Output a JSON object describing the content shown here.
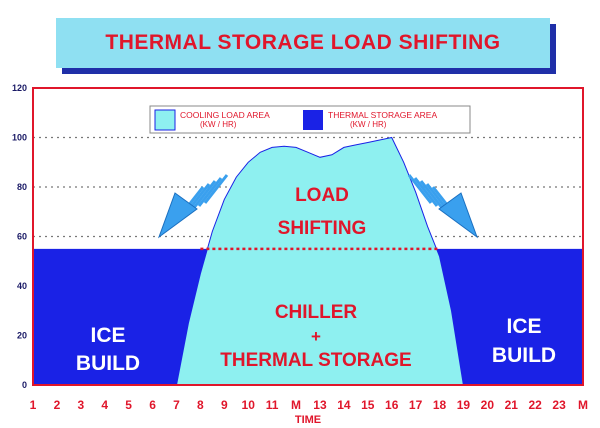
{
  "title": "THERMAL STORAGE LOAD SHIFTING",
  "legend": {
    "cooling_label": "COOLING LOAD AREA",
    "cooling_unit": "(KW / HR)",
    "storage_label": "THERMAL STORAGE AREA",
    "storage_unit": "(KW / HR)"
  },
  "annotations": {
    "load_shifting_line1": "LOAD",
    "load_shifting_line2": "SHIFTING",
    "chiller_line1": "CHILLER",
    "chiller_line2": "+",
    "chiller_line3": "THERMAL STORAGE",
    "ice_build_left_1": "ICE",
    "ice_build_left_2": "BUILD",
    "ice_build_right_1": "ICE",
    "ice_build_right_2": "BUILD"
  },
  "colors": {
    "cooling": "#8ef0f0",
    "storage": "#1a22e6",
    "accent_red": "#e0162b",
    "frame": "#e0162b"
  },
  "chart_data": {
    "type": "area",
    "title": "THERMAL STORAGE LOAD SHIFTING",
    "xlabel": "TIME",
    "ylabel": "",
    "x_tick_labels": [
      "1",
      "2",
      "3",
      "4",
      "5",
      "6",
      "7",
      "8",
      "9",
      "10",
      "11",
      "M",
      "13",
      "14",
      "15",
      "16",
      "17",
      "18",
      "19",
      "20",
      "21",
      "22",
      "23",
      "M"
    ],
    "y_ticks": [
      0,
      20,
      40,
      60,
      80,
      100,
      120
    ],
    "ylim": [
      0,
      120
    ],
    "grid": "horizontal dotted",
    "legend_position": "top-center",
    "series": [
      {
        "name": "COOLING LOAD AREA",
        "x": [
          7,
          7.5,
          8,
          8.5,
          9,
          9.5,
          10,
          10.5,
          11,
          11.5,
          12,
          12.5,
          13,
          13.5,
          14,
          14.5,
          15,
          15.5,
          16,
          16.5,
          17,
          17.5,
          18,
          18.5,
          19
        ],
        "values": [
          0,
          25,
          45,
          62,
          75,
          84,
          90,
          94,
          96,
          96.5,
          96,
          94,
          92,
          93,
          96,
          97,
          98,
          99,
          100,
          90,
          78,
          64,
          52,
          30,
          0
        ]
      },
      {
        "name": "THERMAL STORAGE AREA",
        "x": [
          1,
          7,
          18.2,
          24
        ],
        "values": [
          55,
          55,
          55,
          55
        ]
      }
    ],
    "load_shift_level": 55
  }
}
